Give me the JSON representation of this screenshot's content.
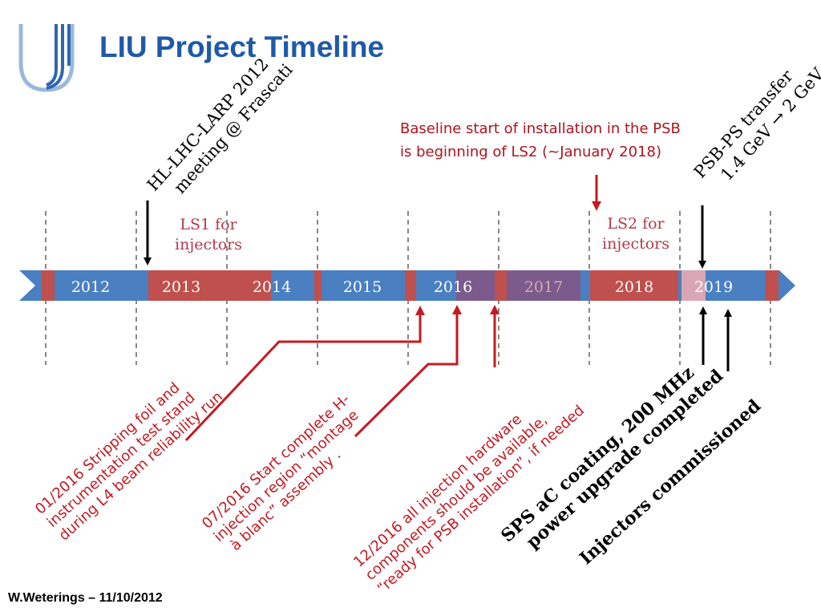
{
  "title": "LIU Project Timeline",
  "footer": "W.Weterings – 11/10/2012",
  "note": {
    "line1": "Baseline start of installation in the PSB",
    "line2": "is beginning of LS2 (~January 2018)"
  },
  "ls1": {
    "line1": "LS1 for",
    "line2": "injectors"
  },
  "ls2": {
    "line1": "LS2 for",
    "line2": "injectors"
  },
  "years": [
    "2012",
    "2013",
    "2014",
    "2015",
    "2016",
    "2017",
    "2018",
    "2019"
  ],
  "colors": {
    "title": "#1f5aa8",
    "bar_blue": "#4a7fc1",
    "shutdown": "#c0504d",
    "purple": "#7b5b8c",
    "annotation_red": "#c41a22"
  },
  "top_annotations": {
    "hl_lhc": {
      "line1": "HL-LHC-LARP 2012",
      "line2": "meeting @ Frascati"
    },
    "psb_ps": {
      "line1": "PSB-PS transfer",
      "line2": "1.4 GeV → 2 GeV"
    }
  },
  "bottom_annotations": {
    "stripping": {
      "line1": "01/2016 Stripping foil and",
      "line2": "instrumentation test stand",
      "line3": "during L4 beam reliability run"
    },
    "montage": {
      "line1": "07/2016 Start complete H-",
      "line2": "injection region “montage",
      "line3": "à blanc” assembly ."
    },
    "hardware": {
      "line1": "12/2016 all injection hardware",
      "line2": "components should be available,",
      "line3": "“ready for PSB installation”, if needed"
    },
    "sps": {
      "line1": "SPS aC coating, 200 MHz",
      "line2": "power upgrade completed"
    },
    "injectors": {
      "line1": "Injectors commissioned"
    }
  }
}
